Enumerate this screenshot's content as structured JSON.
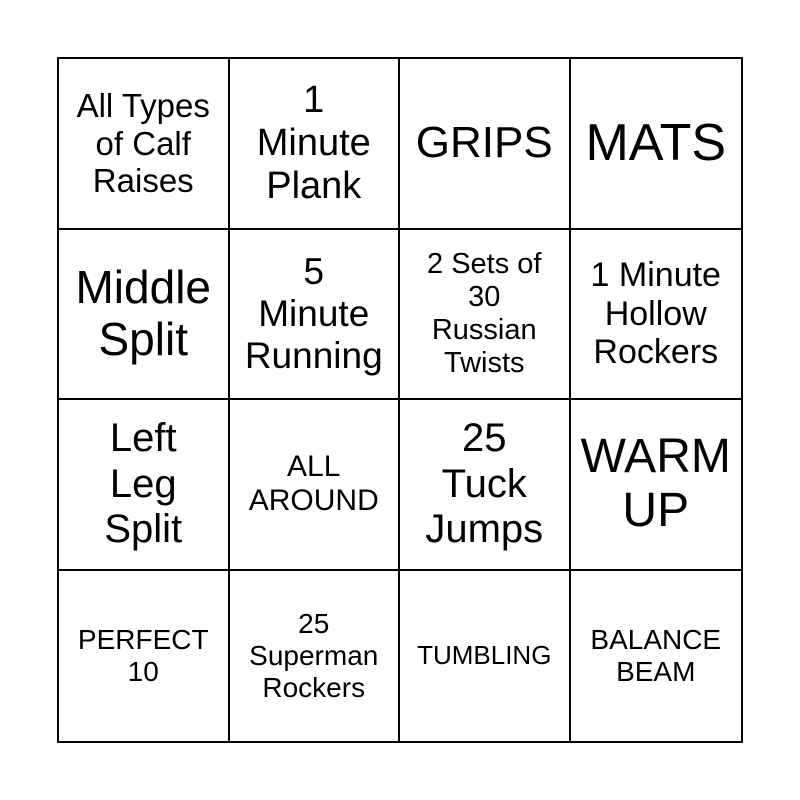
{
  "board": {
    "cells": [
      "All Types\nof Calf\nRaises",
      "1\nMinute\nPlank",
      "GRIPS",
      "MATS",
      "Middle\nSplit",
      "5\nMinute\nRunning",
      "2 Sets of\n30\nRussian\nTwists",
      "1 Minute\nHollow\nRockers",
      "Left\nLeg\nSplit",
      "ALL\nAROUND",
      "25\nTuck\nJumps",
      "WARM\nUP",
      "PERFECT\n10",
      "25\nSuperman\nRockers",
      "TUMBLING",
      "BALANCE\nBEAM"
    ]
  }
}
